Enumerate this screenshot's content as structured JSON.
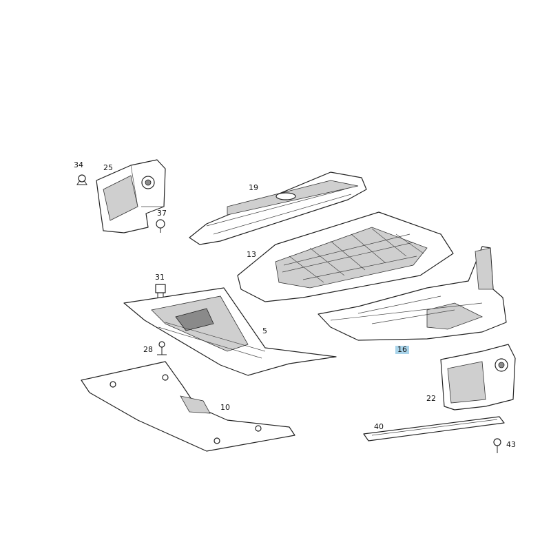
{
  "labels": {
    "p34": "34",
    "p25": "25",
    "p37": "37",
    "p19": "19",
    "p13": "13",
    "p31": "31",
    "p5": "5",
    "p28": "28",
    "p10": "10",
    "p16": "16",
    "p22": "22",
    "p40": "40",
    "p43": "43"
  },
  "highlight": {
    "color": "#a9d4ea",
    "part": "16"
  }
}
